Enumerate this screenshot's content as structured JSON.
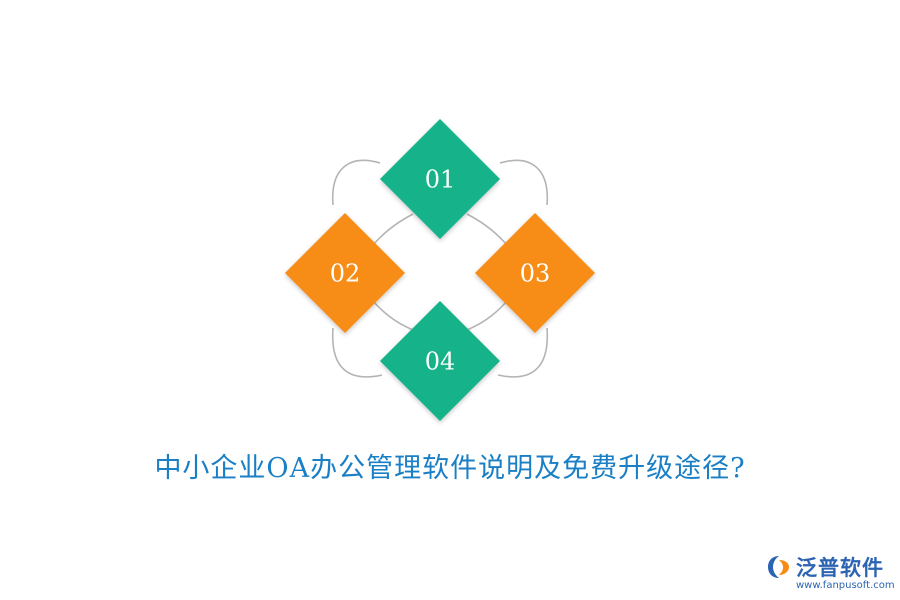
{
  "diagram": {
    "items": [
      {
        "label": "01",
        "color": "#19b28a"
      },
      {
        "label": "02",
        "color": "#f78c14"
      },
      {
        "label": "03",
        "color": "#f78c14"
      },
      {
        "label": "04",
        "color": "#19b28a"
      }
    ]
  },
  "caption": "中小企业OA办公管理软件说明及免费升级途径?",
  "logo": {
    "name": "泛普软件",
    "url": "www.fanpusoft.com",
    "colors": [
      "#2c64b3",
      "#f78c14"
    ]
  }
}
